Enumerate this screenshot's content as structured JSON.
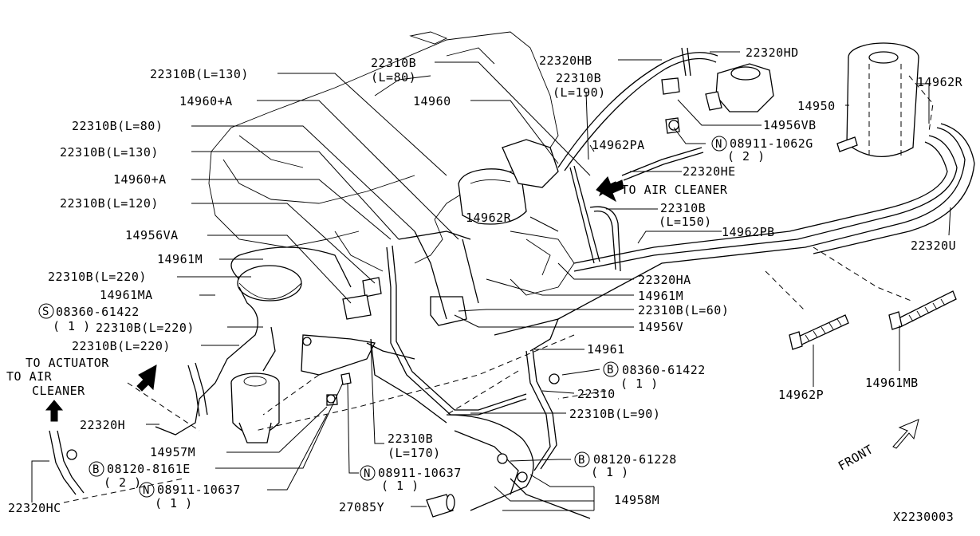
{
  "diagram": {
    "figure_code": "X2230003",
    "direction_front": "FRONT",
    "callouts": {
      "c_22310B_L130_top": "22310B(L=130)",
      "c_22310B_top": "22310B",
      "c_L80_top": "(L=80)",
      "c_22320HB": "22320HB",
      "c_22320HD": "22320HD",
      "c_22310B_mid": "22310B",
      "c_L190": "(L=190)",
      "c_14960_PA": "14960+A",
      "c_14960": "14960",
      "c_22310B_L80": "22310B(L=80)",
      "c_22310B_L130": "22310B(L=130)",
      "c_14960_A2": "14960+A",
      "c_22310B_L120": "22310B(L=120)",
      "c_14956VA": "14956VA",
      "c_14961M_left": "14961M",
      "c_22310B_L220_a": "22310B(L=220)",
      "c_14961MA": "14961MA",
      "c_S08360": "08360-61422",
      "c_S08360_qty": "( 1 )",
      "c_22310B_L220_b": "22310B(L=220)",
      "c_22310B_L220_c": "22310B(L=220)",
      "c_to_actuator": "TO ACTUATOR",
      "c_to_air_left_1": "TO AIR",
      "c_to_air_left_2": "CLEANER",
      "c_22320H": "22320H",
      "c_14957M": "14957M",
      "c_B08120_8161E": "08120-8161E",
      "c_B08120_8161E_qty": "( 2 )",
      "c_N08911_left": "08911-10637",
      "c_N08911_left_qty": "( 1 )",
      "c_22320HC": "22320HC",
      "c_14950": "14950",
      "c_14962R_right": "14962R",
      "c_14956VB": "14956VB",
      "c_N08911_1062G": "08911-1062G",
      "c_N08911_1062G_qty": "( 2 )",
      "c_14962PA": "14962PA",
      "c_22320HE": "22320HE",
      "c_to_air_cleaner_right": "TO AIR CLEANER",
      "c_14962R_mid": "14962R",
      "c_22310B_L150": "22310B",
      "c_L150": "(L=150)",
      "c_14962PB": "14962PB",
      "c_22320U": "22320U",
      "c_22320HA": "22320HA",
      "c_14961M_right": "14961M",
      "c_22310B_L60": "22310B(L=60)",
      "c_14956V": "14956V",
      "c_14961": "14961",
      "c_B08360": "08360-61422",
      "c_B08360_qty": "( 1 )",
      "c_22310": "22310",
      "c_22310B_L90": "22310B(L=90)",
      "c_22310B_L170": "22310B",
      "c_L170": "(L=170)",
      "c_N08911_mid": "08911-10637",
      "c_N08911_mid_qty": "( 1 )",
      "c_B08120_61228": "08120-61228",
      "c_B08120_61228_qty": "( 1 )",
      "c_14958M": "14958M",
      "c_27085Y": "27085Y",
      "c_14962P": "14962P",
      "c_14961MB": "14961MB"
    },
    "symbols": {
      "S": "S",
      "B": "B",
      "N": "N"
    }
  }
}
